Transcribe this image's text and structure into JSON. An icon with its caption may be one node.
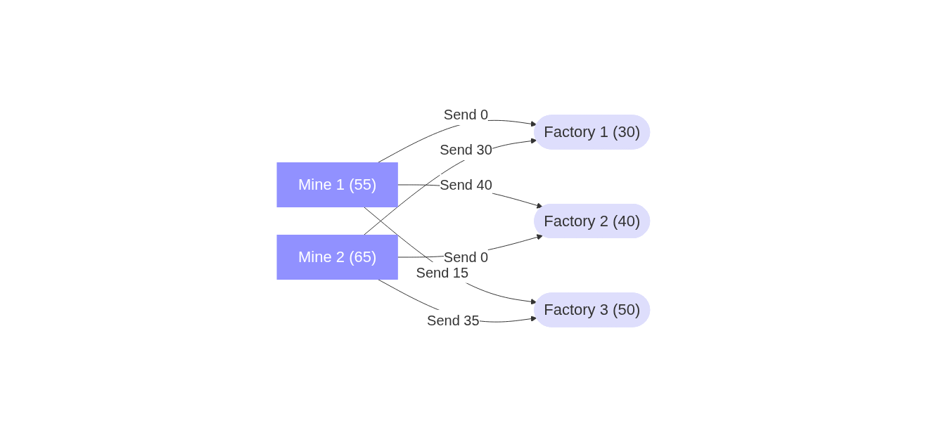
{
  "diagram": {
    "nodes": [
      {
        "text": [
          "Mine 1 (55)"
        ]
      },
      {
        "text": [
          "Factory 1 (30)"
        ]
      },
      {
        "text": [
          "Factory 2 (40)"
        ]
      },
      {
        "text": [
          "Factory 3 (50)"
        ]
      },
      {
        "text": [
          "Mine 2 (65)"
        ]
      }
    ],
    "edges": [
      {
        "from": 0,
        "to": 1,
        "label": "Send 0",
        "arrow": "to"
      },
      {
        "from": 0,
        "to": 2,
        "label": "Send 40",
        "arrow": "to"
      },
      {
        "from": 0,
        "to": 3,
        "label": "Send 15",
        "arrow": "to"
      },
      {
        "from": 4,
        "to": 1,
        "label": "Send 30",
        "arrow": "to"
      },
      {
        "from": 4,
        "to": 2,
        "label": "Send 0",
        "arrow": "to"
      },
      {
        "from": 4,
        "to": 3,
        "label": "Send 35",
        "arrow": "to"
      }
    ]
  }
}
